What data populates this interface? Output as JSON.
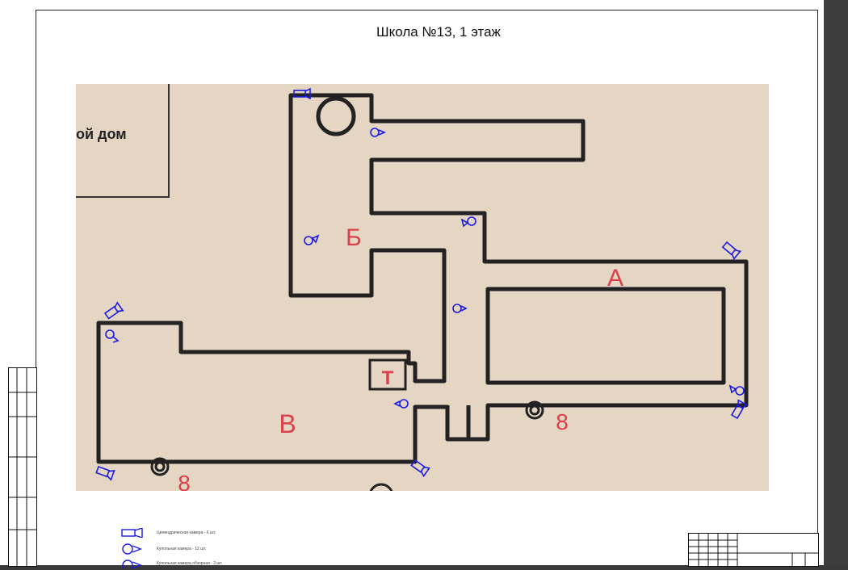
{
  "title": "Школа №13, 1 этаж",
  "plan": {
    "building_labels": [
      "А",
      "Б",
      "В",
      "Т"
    ],
    "neighbor_label": "ой дом",
    "entrance_numbers": [
      "8",
      "8"
    ]
  },
  "legend": [
    {
      "icon": "cylinder-camera-icon",
      "text": "Цилиндрическая камера - 6 шт."
    },
    {
      "icon": "dome-camera-icon",
      "text": "Купольная камера - 12 шт."
    },
    {
      "icon": "panoramic-dome-camera-icon",
      "text": "Купольная камера обзорная - 2 шт."
    }
  ],
  "colors": {
    "paper": "#e9dccb",
    "walls": "#222222",
    "labels": "#d9404a",
    "cameras": "#1a1adf"
  }
}
